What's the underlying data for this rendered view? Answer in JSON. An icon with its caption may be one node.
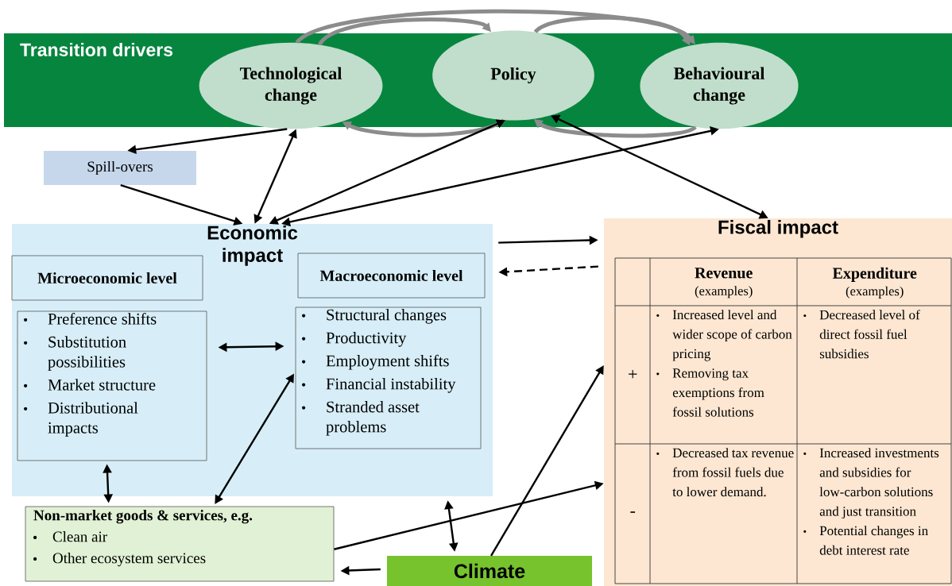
{
  "diagram": {
    "nodes": [
      {
        "text": [
          "Transition drivers"
        ]
      },
      {
        "text": [
          "Technological change"
        ],
        "in": 0
      },
      {
        "text": [
          "Policy"
        ],
        "in": 0
      },
      {
        "text": [
          "Behavioural change"
        ],
        "in": 0
      },
      {
        "text": [
          "Spill-overs"
        ]
      },
      {
        "text": [
          "Economic impact"
        ]
      },
      {
        "text": [
          "Microeconomic level"
        ],
        "in": 5
      },
      {
        "text": [
          "Preference shifts",
          "Substitution possibilities",
          "Market structure",
          "Distributional impacts"
        ],
        "in": 5
      },
      {
        "text": [
          "Macroeconomic level"
        ],
        "in": 5
      },
      {
        "text": [
          "Structural changes",
          "Productivity",
          "Employment shifts",
          "Financial instability",
          "Stranded asset problems"
        ],
        "in": 5
      },
      {
        "text": [
          "Fiscal impact"
        ]
      },
      {
        "text": [
          "Non-market goods & services, e.g.",
          "Clean air",
          "Other ecosystem services"
        ]
      },
      {
        "text": [
          "Climate"
        ]
      }
    ],
    "edges": [
      {
        "from": 1,
        "to": 2,
        "arrow": "to",
        "style": "thick",
        "color": "#8c8c8c"
      },
      {
        "from": 1,
        "to": 3,
        "arrow": "to",
        "style": "thick",
        "color": "#8c8c8c"
      },
      {
        "from": 2,
        "to": 3,
        "arrow": "to",
        "style": "thick",
        "color": "#8c8c8c"
      },
      {
        "from": 3,
        "to": 2,
        "arrow": "to",
        "style": "thick",
        "color": "#8c8c8c"
      },
      {
        "from": 2,
        "to": 1,
        "arrow": "to",
        "style": "thick",
        "color": "#8c8c8c"
      },
      {
        "from": 1,
        "to": 4,
        "arrow": "to"
      },
      {
        "from": 4,
        "to": 5,
        "arrow": "to"
      },
      {
        "from": 1,
        "to": 5,
        "arrow": "both"
      },
      {
        "from": 2,
        "to": 5,
        "arrow": "both"
      },
      {
        "from": 3,
        "to": 5,
        "arrow": "both"
      },
      {
        "from": 2,
        "to": 10,
        "arrow": "both"
      },
      {
        "from": 5,
        "to": 10,
        "arrow": "to"
      },
      {
        "from": 10,
        "to": 5,
        "arrow": "to",
        "style": "dashed"
      },
      {
        "from": 7,
        "to": 9,
        "arrow": "both"
      },
      {
        "from": 7,
        "to": 11,
        "arrow": "both"
      },
      {
        "from": 11,
        "to": 9,
        "arrow": "both"
      },
      {
        "from": 5,
        "to": 12,
        "arrow": "both"
      },
      {
        "from": 12,
        "to": 10,
        "arrow": "to"
      },
      {
        "from": 11,
        "to": 10,
        "arrow": "to"
      },
      {
        "from": 12,
        "to": 11,
        "arrow": "to"
      }
    ],
    "labels": [
      "Revenue",
      "(examples)",
      "Expenditure",
      "(examples)",
      "+",
      "Increased level and wider scope of carbon pricing",
      "Removing tax exemptions from fossil solutions",
      "Decreased level of direct fossil fuel subsidies",
      "-",
      "Decreased tax revenue from fossil fuels due to lower demand.",
      "Increased investments and subsidies for low-carbon solutions and just transition",
      "Potential changes in debt interest rate"
    ]
  }
}
